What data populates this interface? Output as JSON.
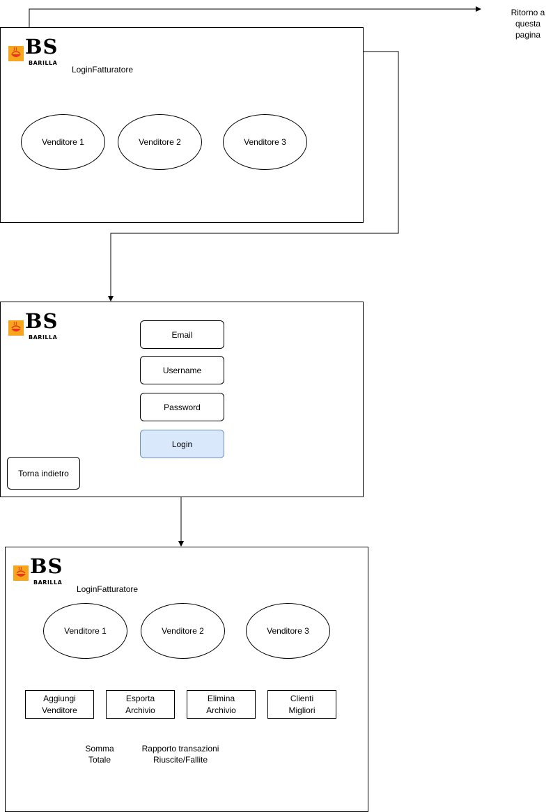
{
  "note": {
    "return_label": "Ritorno a\nquesta\npagina"
  },
  "logo": {
    "letters": "BS",
    "brand": "BARILLA"
  },
  "screen1": {
    "title": "LoginFatturatore",
    "sellers": [
      "Venditore 1",
      "Venditore 2",
      "Venditore 3"
    ]
  },
  "screen2": {
    "email": "Email",
    "username": "Username",
    "password": "Password",
    "login_button": "Login",
    "back_button": "Torna indietro"
  },
  "screen3": {
    "title": "LoginFatturatore",
    "sellers": [
      "Venditore 1",
      "Venditore 2",
      "Venditore 3"
    ],
    "actions": [
      "Aggiungi\nVenditore",
      "Esporta\nArchivio",
      "Elimina\nArchivio",
      "Clienti\nMigliori"
    ],
    "total_label": "Somma\nTotale",
    "report_label": "Rapporto transazioni\nRiuscite/Fallite"
  },
  "colors": {
    "primary_fill": "#dae8fc",
    "primary_border": "#6c8ebf"
  }
}
